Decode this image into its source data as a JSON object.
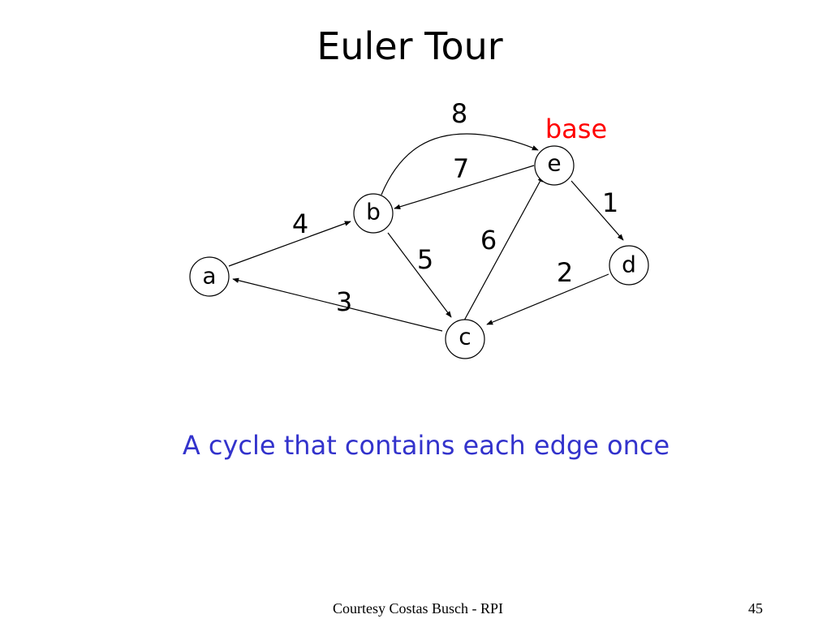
{
  "slide": {
    "title": "Euler Tour",
    "caption": "A cycle that contains each edge once",
    "footer_credit": "Courtesy Costas Busch - RPI",
    "page_number": "45"
  },
  "colors": {
    "caption": "#3333cc",
    "base": "#ff0000",
    "ink": "#000000"
  },
  "graph": {
    "base_label": "base",
    "base_node": "e",
    "nodes": [
      {
        "id": "a",
        "label": "a"
      },
      {
        "id": "b",
        "label": "b"
      },
      {
        "id": "c",
        "label": "c"
      },
      {
        "id": "d",
        "label": "d"
      },
      {
        "id": "e",
        "label": "e"
      }
    ],
    "edges": [
      {
        "order": "1",
        "from": "e",
        "to": "d"
      },
      {
        "order": "2",
        "from": "d",
        "to": "c"
      },
      {
        "order": "3",
        "from": "c",
        "to": "a"
      },
      {
        "order": "4",
        "from": "a",
        "to": "b"
      },
      {
        "order": "5",
        "from": "b",
        "to": "c"
      },
      {
        "order": "6",
        "from": "c",
        "to": "e"
      },
      {
        "order": "7",
        "from": "e",
        "to": "b"
      },
      {
        "order": "8",
        "from": "b",
        "to": "e"
      }
    ]
  }
}
